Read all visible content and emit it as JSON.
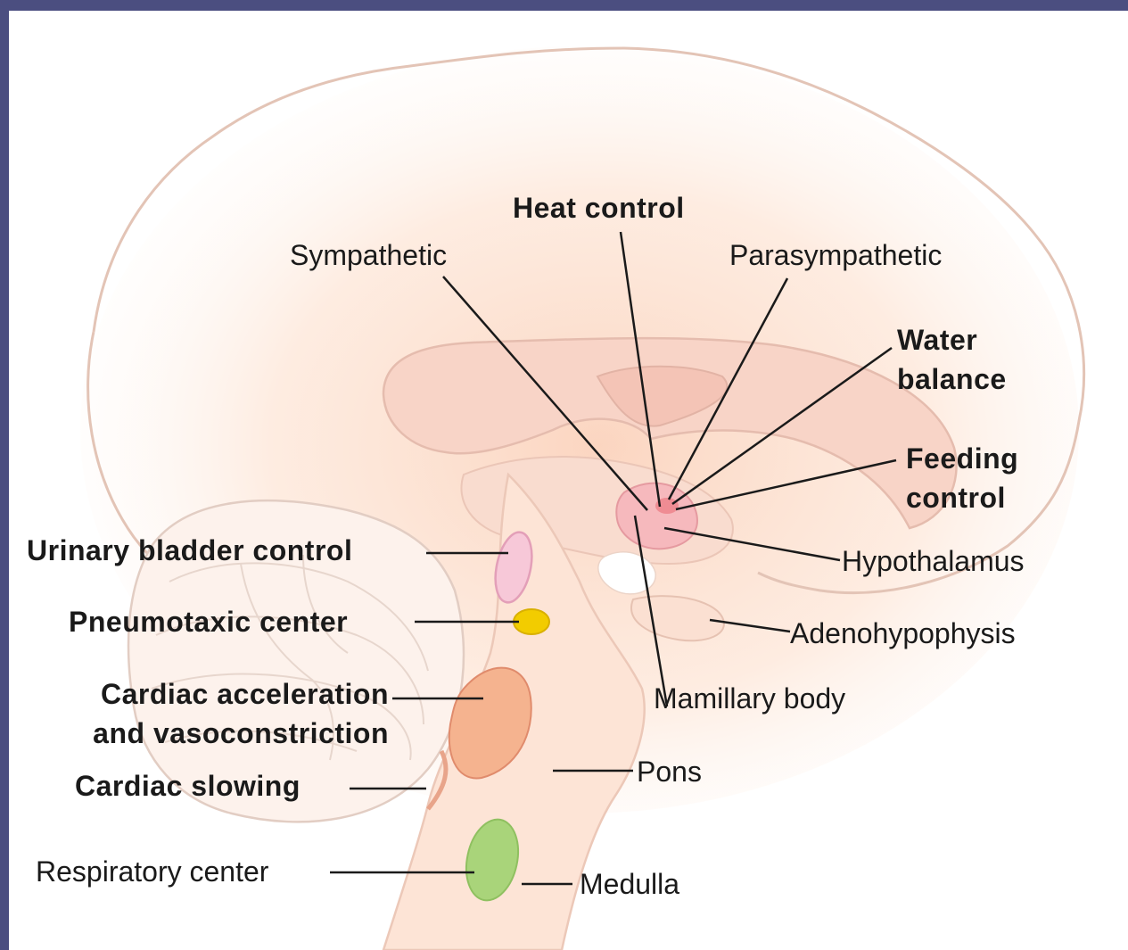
{
  "labels": {
    "heat_control": "Heat control",
    "sympathetic": "Sympathetic",
    "parasympathetic": "Parasympathetic",
    "water_balance": [
      "Water",
      "balance"
    ],
    "feeding_control": [
      "Feeding",
      "control"
    ],
    "hypothalamus": "Hypothalamus",
    "adenohypophysis": "Adenohypophysis",
    "mamillary_body": "Mamillary body",
    "pons": "Pons",
    "medulla": "Medulla",
    "urinary_bladder_control": "Urinary bladder control",
    "pneumotaxic_center": "Pneumotaxic center",
    "cardiac_acceleration": [
      "Cardiac acceleration",
      "and vasoconstriction"
    ],
    "cardiac_slowing": "Cardiac slowing",
    "respiratory_center": "Respiratory center"
  },
  "colors": {
    "background": "#4b4e80",
    "brain_outline": "#e6c9bc",
    "brain_fill": "#fde7d8",
    "hypothalamus": "#f6b9bd",
    "bladder_center": "#f7c8d8",
    "pneumotaxic_center": "#f2cc00",
    "cardiac_acceleration": "#f5b38f",
    "respiratory_center": "#a9d47a",
    "leader_line": "#1a1a1a"
  }
}
